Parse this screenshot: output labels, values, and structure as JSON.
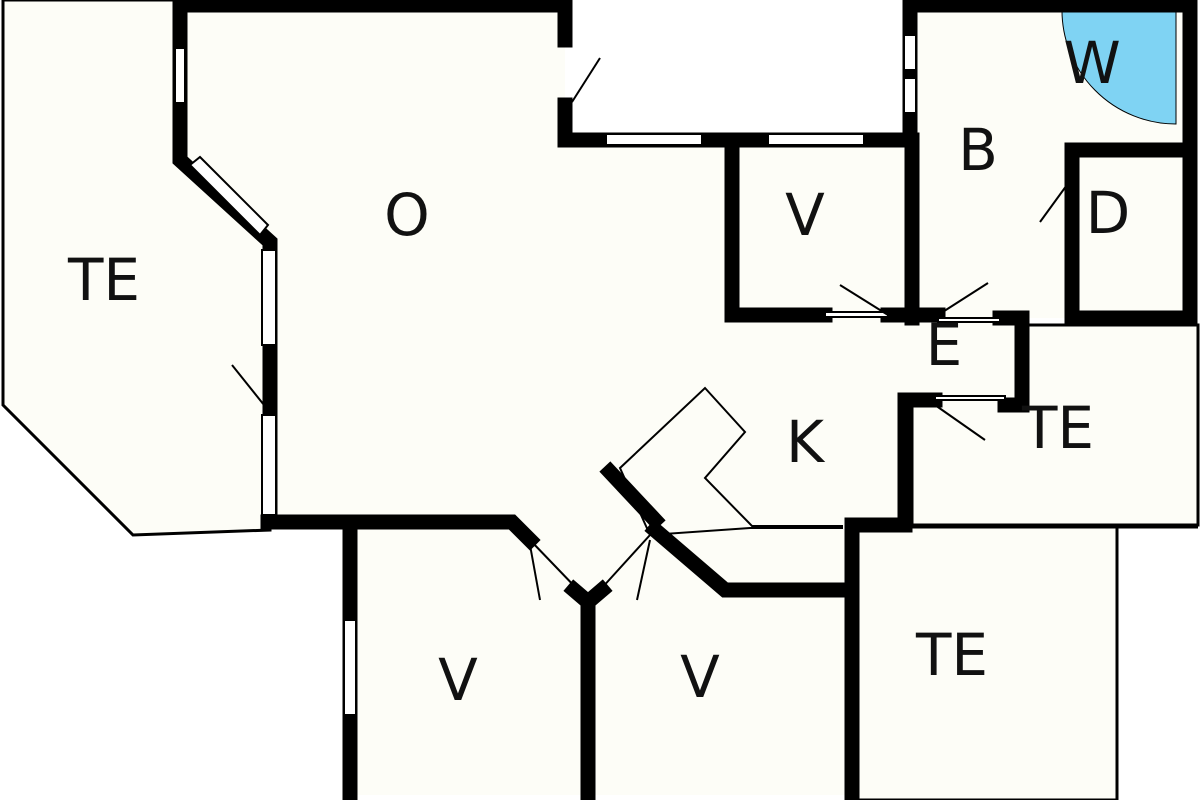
{
  "rooms": [
    {
      "id": "te_west",
      "label": "TE"
    },
    {
      "id": "o_living",
      "label": "O"
    },
    {
      "id": "v_north",
      "label": "V"
    },
    {
      "id": "b_bath",
      "label": "B"
    },
    {
      "id": "w_shower",
      "label": "W"
    },
    {
      "id": "d_closet",
      "label": "D"
    },
    {
      "id": "e_hall",
      "label": "E"
    },
    {
      "id": "k_kitchen",
      "label": "K"
    },
    {
      "id": "te_east",
      "label": "TE"
    },
    {
      "id": "v_southwest",
      "label": "V"
    },
    {
      "id": "v_southcenter",
      "label": "V"
    },
    {
      "id": "te_south",
      "label": "TE"
    }
  ],
  "colors": {
    "floor": "#fdfdf7",
    "wall": "#000000",
    "shower": "#7fd3f3",
    "background": "#ffffff"
  }
}
